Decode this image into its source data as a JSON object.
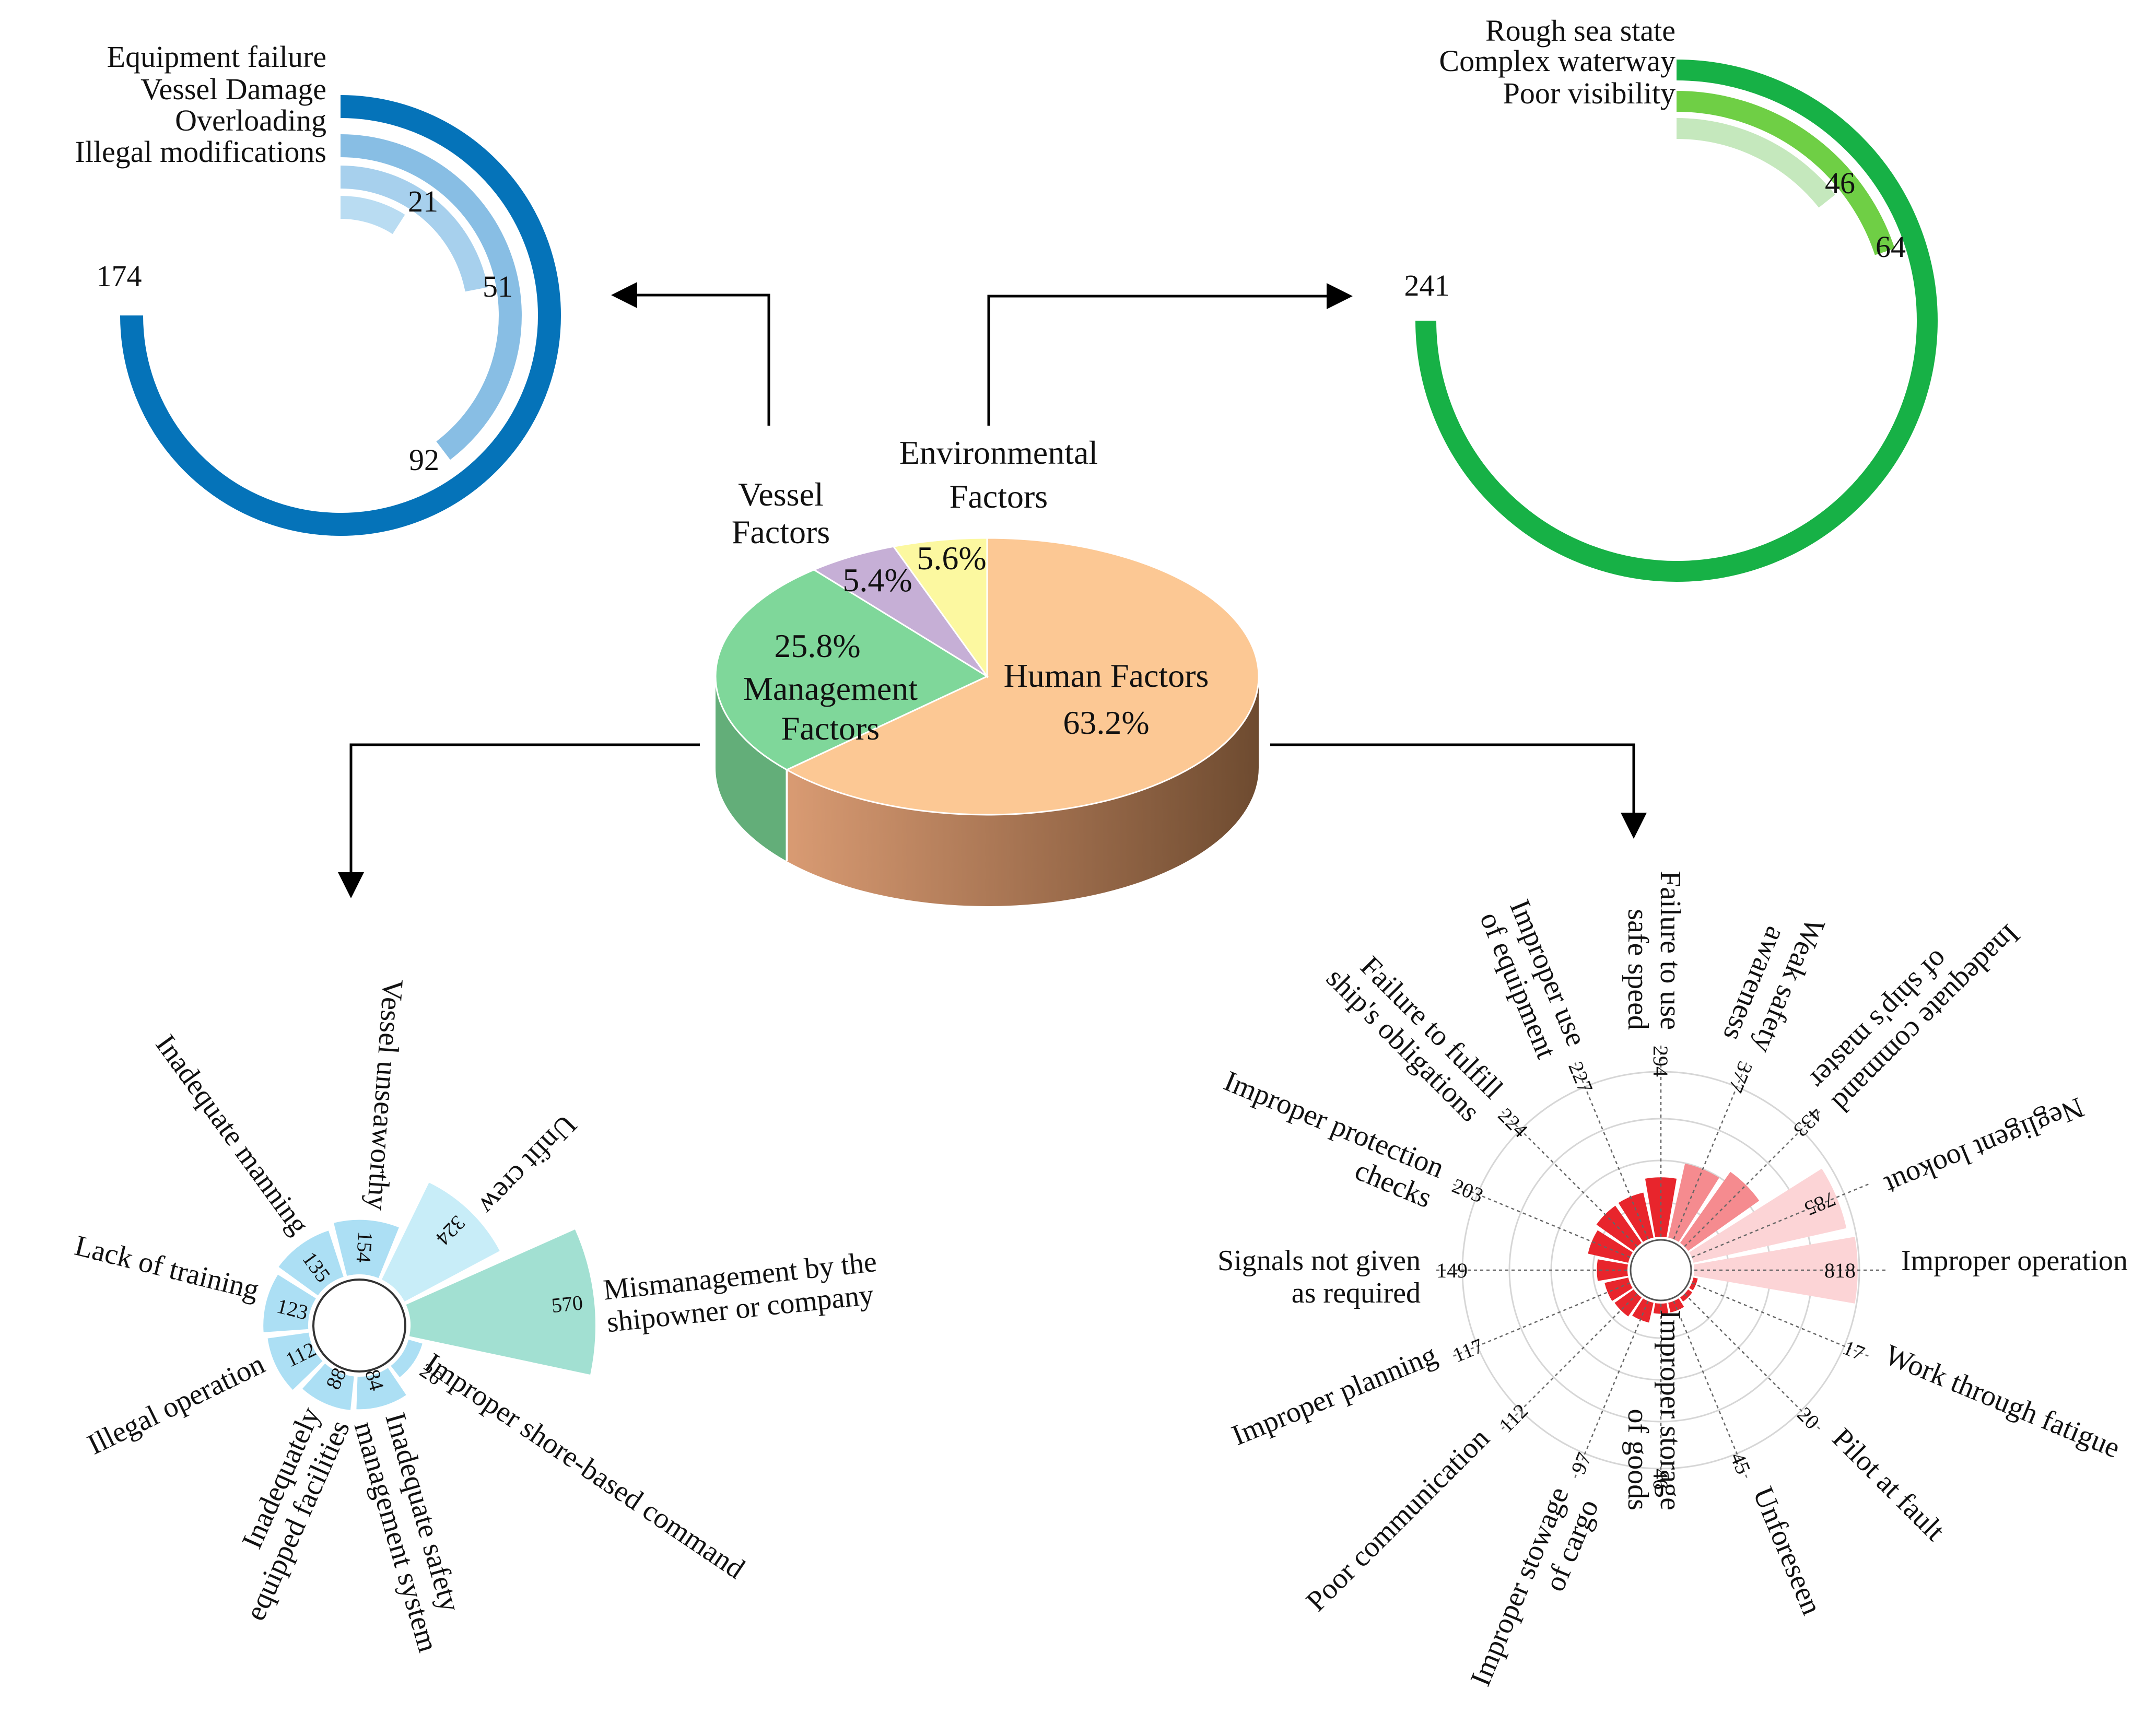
{
  "chart_data": [
    {
      "type": "pie",
      "title": "",
      "slices": [
        {
          "name": "Human  Factors",
          "value": 63.2,
          "label": "63.2%",
          "color": "#fcc894"
        },
        {
          "name": "Management Factors",
          "value": 25.8,
          "label": "25.8%",
          "color": "#7fd79a"
        },
        {
          "name": "Vessel Factors",
          "value": 5.4,
          "label": "5.4%",
          "color": "#c6afd6"
        },
        {
          "name": "Environmental Factors",
          "value": 5.6,
          "label": "5.6%",
          "color": "#fcf8a0"
        }
      ]
    },
    {
      "type": "radial-bar",
      "title": "",
      "group": "Vessel Factors",
      "categories": [
        "Equipment failure",
        "Vessel Damage",
        "Overloading",
        "Illegal modifications"
      ],
      "values": [
        174,
        92,
        51,
        21
      ],
      "colors": [
        "#0573b9",
        "#88bee4",
        "#a7d0ed",
        "#b9dcf2"
      ]
    },
    {
      "type": "radial-bar",
      "title": "",
      "group": "Environmental Factors",
      "categories": [
        "Rough sea state",
        "Complex waterway",
        "Poor visibility"
      ],
      "values": [
        241,
        64,
        46
      ],
      "colors": [
        "#17b146",
        "#6fcf45",
        "#c5e8bd"
      ]
    },
    {
      "type": "rose",
      "title": "",
      "group": "Management Factors",
      "categories": [
        "Mismanagement by the shipowner or company",
        "Improper shore-based command",
        "Inadequate safety management system",
        "Inadequately equipped facilities",
        "Illegal operation",
        "Lack of training",
        "Inadequate manning",
        "Vessel unseaworthy",
        "Unfit crew"
      ],
      "display_labels": [
        "Mismanagement by the|shipowner or company",
        "Improper shore-based command",
        "Inadequate safety|management system",
        "Inadequately|equipped facilities",
        "Illegal operation",
        "Lack of training",
        "Inadequate manning",
        "Vessel unseaworthy",
        "Unfit crew"
      ],
      "values": [
        570,
        26,
        84,
        88,
        112,
        123,
        135,
        154,
        324
      ],
      "colors": {
        "top": "#a2e0d2",
        "high": "#c8edf8",
        "rest": "#acdff4"
      }
    },
    {
      "type": "rose",
      "title": "",
      "group": "Human Factors",
      "categories": [
        "Improper operation",
        "Work through fatigue",
        "Pilot at fault",
        "Unforeseen",
        "Improper storage of goods",
        "Improper stowage of cargo",
        "Poor communication",
        "Improper planning",
        "Signals not given as required",
        "Improper protection checks",
        "Failure to fulfill ship's obligations",
        "Improper use of equipment",
        "Failure to use safe speed",
        "Weak safety awareness",
        "Inadequate command of ship's master",
        "Negligent lookout"
      ],
      "display_labels": [
        "Improper operation",
        "Work through fatigue",
        "Pilot at fault",
        "Unforeseen",
        "Improper storage|of goods",
        "Improper stowage|of cargo",
        "Poor communication",
        "Improper planning",
        "Signals not given|as required",
        "Improper protection|checks",
        "Failure to fulfill|ship's obligations",
        "Improper use|of equipment",
        "Failure to use|safe speed",
        "Weak safety|awareness",
        "Inadequate command|of ship's master",
        "Negligent lookout"
      ],
      "values": [
        818,
        17,
        20,
        45,
        46,
        97,
        112,
        117,
        149,
        203,
        224,
        227,
        294,
        377,
        433,
        785
      ],
      "colors": {
        "light": "#fcd4d6",
        "mid": "#f58b8f",
        "dark": "#e8252c"
      }
    }
  ]
}
